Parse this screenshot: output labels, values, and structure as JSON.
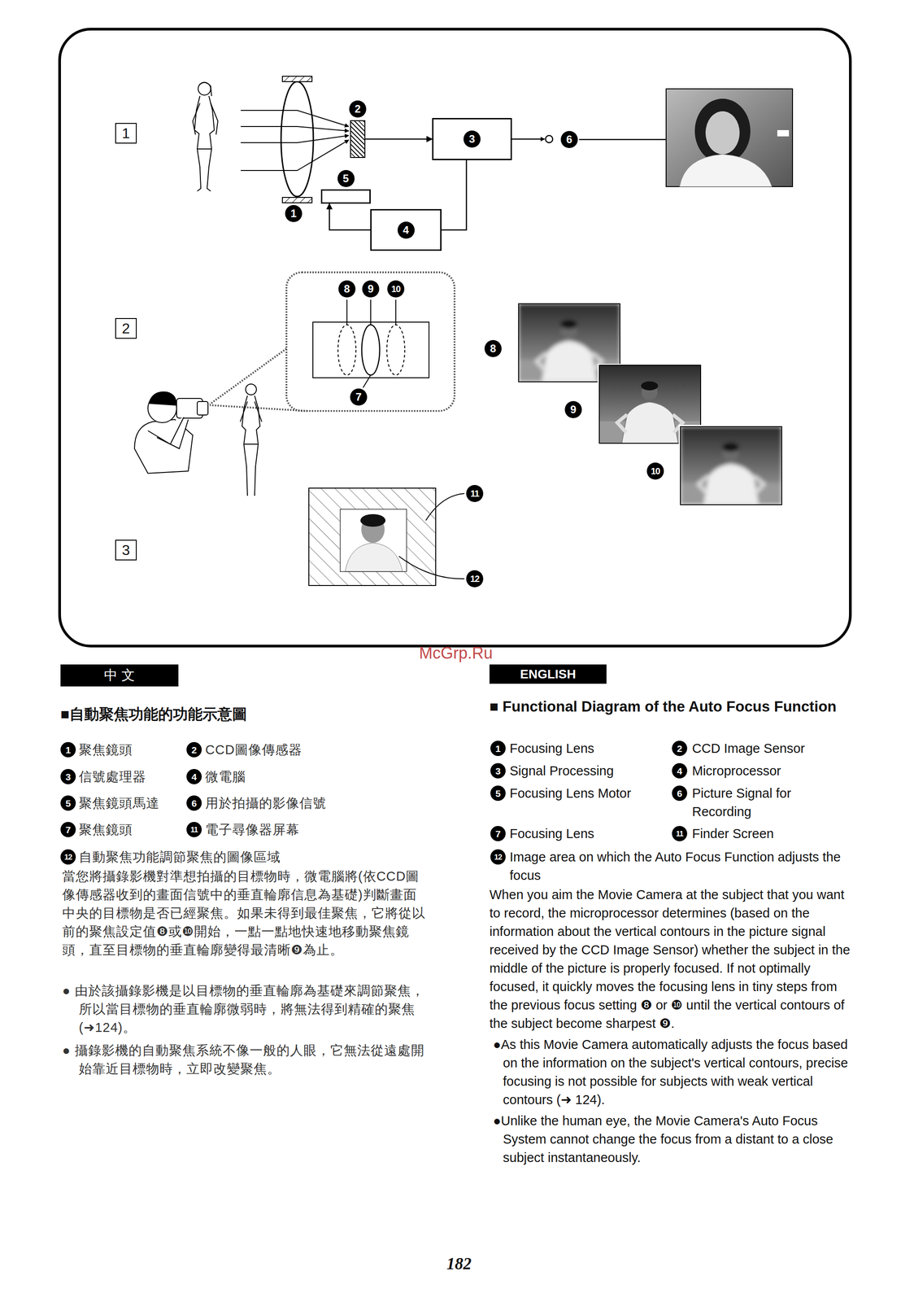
{
  "diagram": {
    "nodes": [
      {
        "text": [
          "1"
        ]
      },
      {
        "text": [
          "2"
        ]
      },
      {
        "text": [
          "3"
        ]
      },
      {
        "text": [
          "2"
        ]
      },
      {
        "text": [
          "3"
        ]
      },
      {
        "text": [
          "5"
        ]
      },
      {
        "text": [
          "4"
        ]
      },
      {
        "text": [
          "中 文"
        ]
      },
      {
        "text": [
          "ENGLISH"
        ]
      }
    ],
    "edges": [
      {
        "from": 3,
        "to": 4,
        "arrow": "to"
      },
      {
        "from": 4,
        "to": 6,
        "arrow": "none"
      },
      {
        "from": 6,
        "to": 5,
        "arrow": "to"
      }
    ],
    "labels": [
      "1",
      "6",
      "8",
      "9",
      "10",
      "7",
      "8",
      "9",
      "10",
      "11",
      "12",
      "McGrp.Ru",
      "■自動聚焦功能的功能示意圖",
      "1",
      "聚焦鏡頭",
      "2",
      "CCD圖像傳感器",
      "3",
      "信號處理器",
      "4",
      "微電腦",
      "5",
      "聚焦鏡頭馬達",
      "6",
      "用於拍攝的影像信號",
      "7",
      "聚焦鏡頭",
      "11",
      "電子尋像器屏幕",
      "12",
      "自動聚焦功能調節聚焦的圖像區域",
      "當您將攝錄影機對準想拍攝的目標物時，微電腦將(依CCD圖像傳感器收到的畫面信號中的垂直輪廓信息為基礎)判斷畫面中央的目標物是否已經聚焦。如果未得到最佳聚焦，它將從以前的聚焦設定值❽或❿開始，一點一點地快速地移動聚焦鏡頭，直至目標物的垂直輪廓變得最清晰❾為止。",
      "● 由於該攝錄影機是以目標物的垂直輪廓為基礎來調節聚焦，所以當目標物的垂直輪廓微弱時，將無法得到精確的聚焦(➜124)。",
      "● 攝錄影機的自動聚焦系統不像一般的人眼，它無法從遠處開始靠近目標物時，立即改變聚焦。",
      "■ Functional Diagram of the Auto Focus Function",
      "1",
      "Focusing Lens",
      "2",
      "CCD Image Sensor",
      "3",
      "Signal Processing",
      "4",
      "Microprocessor",
      "5",
      "Focusing Lens Motor",
      "6",
      "Picture Signal for Recording",
      "7",
      "Focusing Lens",
      "11",
      "Finder Screen",
      "12",
      "Image area on which the Auto Focus Function adjusts the focus",
      "When you aim the Movie Camera at the subject that you want to record, the microprocessor determines (based on the information about the vertical contours in the picture signal received by the CCD Image Sensor) whether the subject in the middle of the picture is properly focused. If not optimally focused, it quickly moves the focusing lens in tiny steps from the previous focus setting ❽ or ❿ until the vertical contours of the subject become sharpest ❾.",
      "●As this Movie Camera automatically adjusts the focus based on the information on the subject's vertical contours, precise focusing is not possible for subjects with weak vertical contours (➜ 124).",
      "●Unlike the human eye, the Movie Camera's Auto Focus System cannot change the focus from a distant to a close subject instantaneously.",
      "182"
    ]
  }
}
